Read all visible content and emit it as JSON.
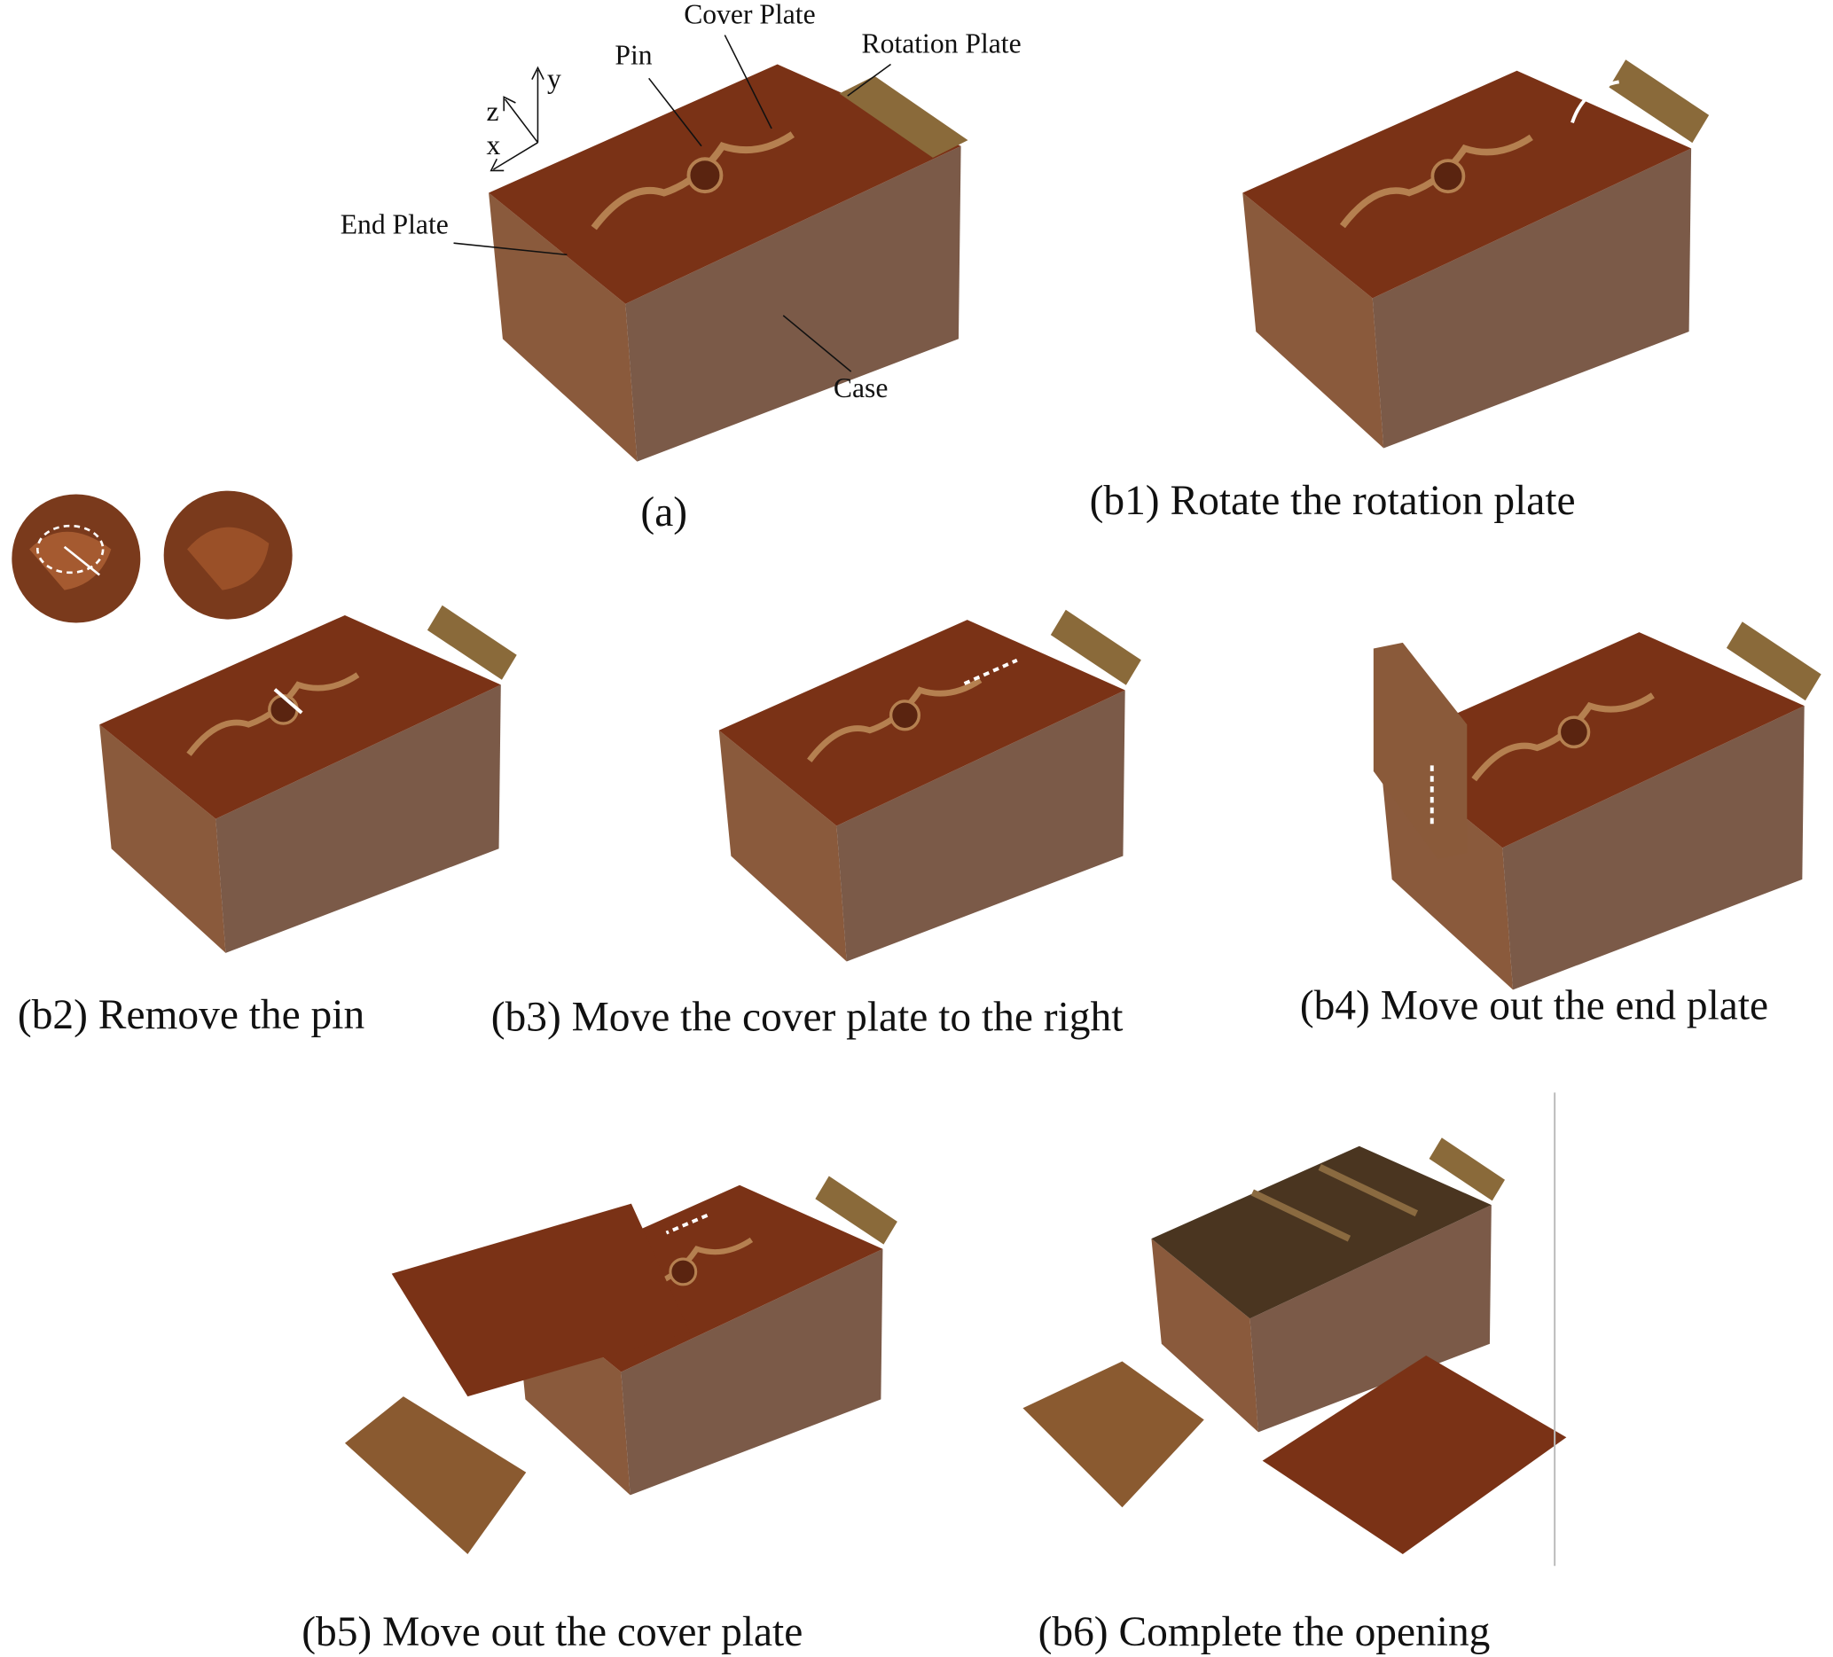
{
  "parts": {
    "cover_plate": "Cover Plate",
    "pin": "Pin",
    "rotation_plate": "Rotation Plate",
    "end_plate": "End Plate",
    "case": "Case"
  },
  "axes": {
    "x": "x",
    "y": "y",
    "z": "z"
  },
  "captions": {
    "a": "(a)",
    "b1": "(b1) Rotate the rotation plate",
    "b2": "(b2) Remove the pin",
    "b3": "(b3) Move the cover plate to the right",
    "b4": "(b4) Move out the end plate",
    "b5": "(b5) Move out the cover plate",
    "b6": "(b6) Complete the opening"
  },
  "colors": {
    "wood_top": "#7a3216",
    "wood_front": "#7b5a48",
    "wood_side": "#8a5a3c",
    "plate": "#8a6a3a",
    "arrow": "#ffffff"
  }
}
